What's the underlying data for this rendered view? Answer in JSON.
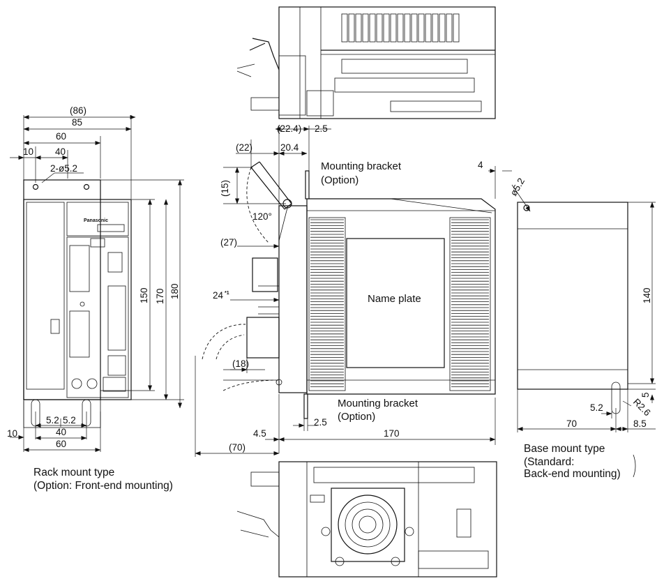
{
  "rack_view": {
    "brand_text": "Panasonic",
    "dims": {
      "d86": "(86)",
      "d85": "85",
      "d60_top": "60",
      "d10_top": "10",
      "d40_top": "40",
      "hole": "2-ø5.2",
      "d150": "150",
      "d170": "170",
      "d180": "180",
      "d10_bottom": "10",
      "d5_2_left": "5.2",
      "d5_2_right": "5.2",
      "d40_bottom": "40",
      "d60_bottom": "60"
    },
    "caption_line1": "Rack mount type",
    "caption_line2": "(Option: Front-end mounting)"
  },
  "side_view": {
    "dims": {
      "d22_4": "(22.4)",
      "d2_5_top": "2.5",
      "d22": "(22)",
      "d20_4": "20.4",
      "d15": "(15)",
      "d120": "120°",
      "d27": "(27)",
      "d24": "24",
      "d24_note": "*1",
      "d18": "(18)",
      "d4": "4",
      "d4_5": "4.5",
      "d2_5_bottom": "2.5",
      "d70": "(70)",
      "d170": "170"
    },
    "bracket_top_line1": "Mounting bracket",
    "bracket_top_line2": "(Option)",
    "bracket_bottom_line1": "Mounting bracket",
    "bracket_bottom_line2": "(Option)",
    "name_plate": "Name plate"
  },
  "base_view": {
    "dims": {
      "d5_2_hole": "ø5.2",
      "d140": "140",
      "d5": "5",
      "dr2_6": "R2.6",
      "d5_2": "5.2",
      "d70": "70",
      "d8_5": "8.5"
    },
    "caption_line1": "Base mount type",
    "caption_line2": "(Standard:",
    "caption_line3": "Back-end mounting)"
  }
}
